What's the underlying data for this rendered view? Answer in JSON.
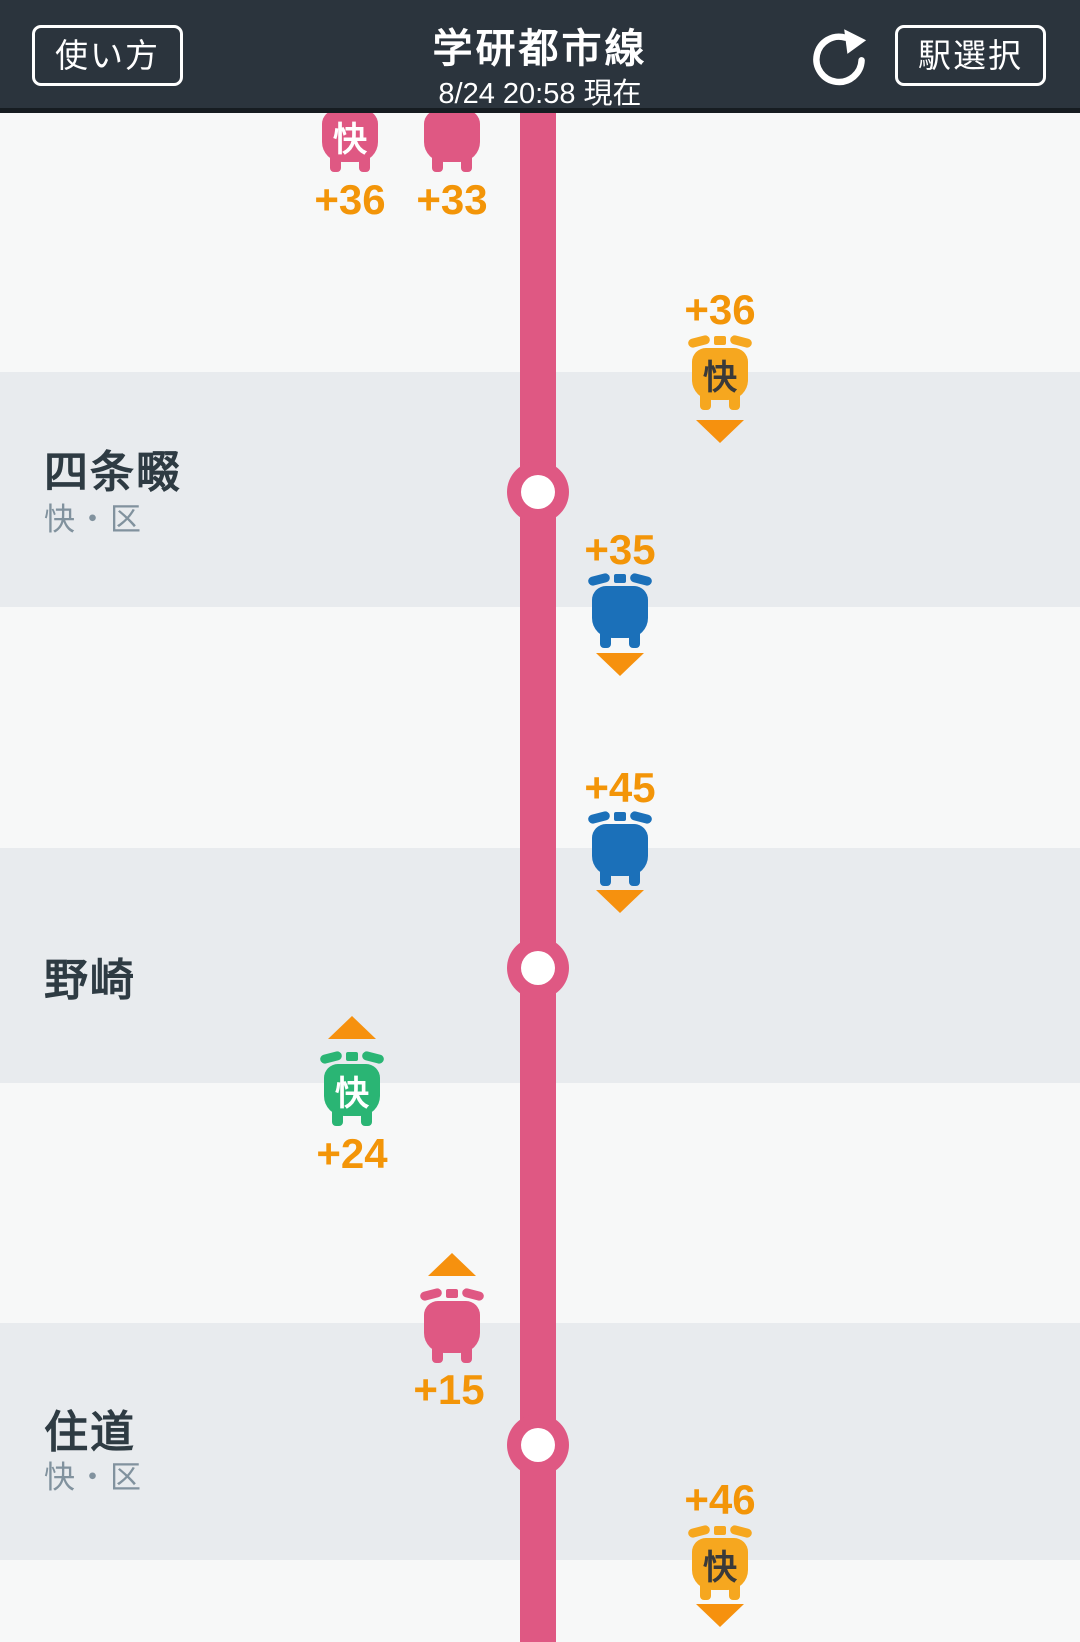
{
  "header": {
    "usage_button": "使い方",
    "title": "学研都市線",
    "timestamp": "8/24 20:58 現在",
    "station_select_button": "駅選択",
    "refresh_icon": "circular-arrow-reload",
    "bg_color": "#2b343d"
  },
  "line": {
    "color": "#df5883"
  },
  "stations": [
    {
      "name": "四条畷",
      "stop_types": "快・区"
    },
    {
      "name": "野崎",
      "stop_types": ""
    },
    {
      "name": "住道",
      "stop_types": "快・区"
    }
  ],
  "trains": [
    {
      "delay": "+36",
      "badge": "快",
      "color": "#df5883",
      "direction": "up"
    },
    {
      "delay": "+33",
      "badge": "",
      "color": "#df5883",
      "direction": "up"
    },
    {
      "delay": "+36",
      "badge": "快",
      "color": "#f6a71f",
      "direction": "down"
    },
    {
      "delay": "+35",
      "badge": "",
      "color": "#1b70b9",
      "direction": "down"
    },
    {
      "delay": "+45",
      "badge": "",
      "color": "#1b70b9",
      "direction": "down"
    },
    {
      "delay": "+24",
      "badge": "快",
      "color": "#2ab574",
      "direction": "up"
    },
    {
      "delay": "+15",
      "badge": "",
      "color": "#df5883",
      "direction": "up"
    },
    {
      "delay": "+46",
      "badge": "快",
      "color": "#f6a71f",
      "direction": "down"
    }
  ],
  "colors": {
    "delay_text": "#f39508",
    "direction_arrow": "#f6910e",
    "band_gray": "#e8ebee",
    "band_white": "#f7f8f8",
    "station_name": "#2e3b43",
    "station_subtitle": "#81929e"
  }
}
